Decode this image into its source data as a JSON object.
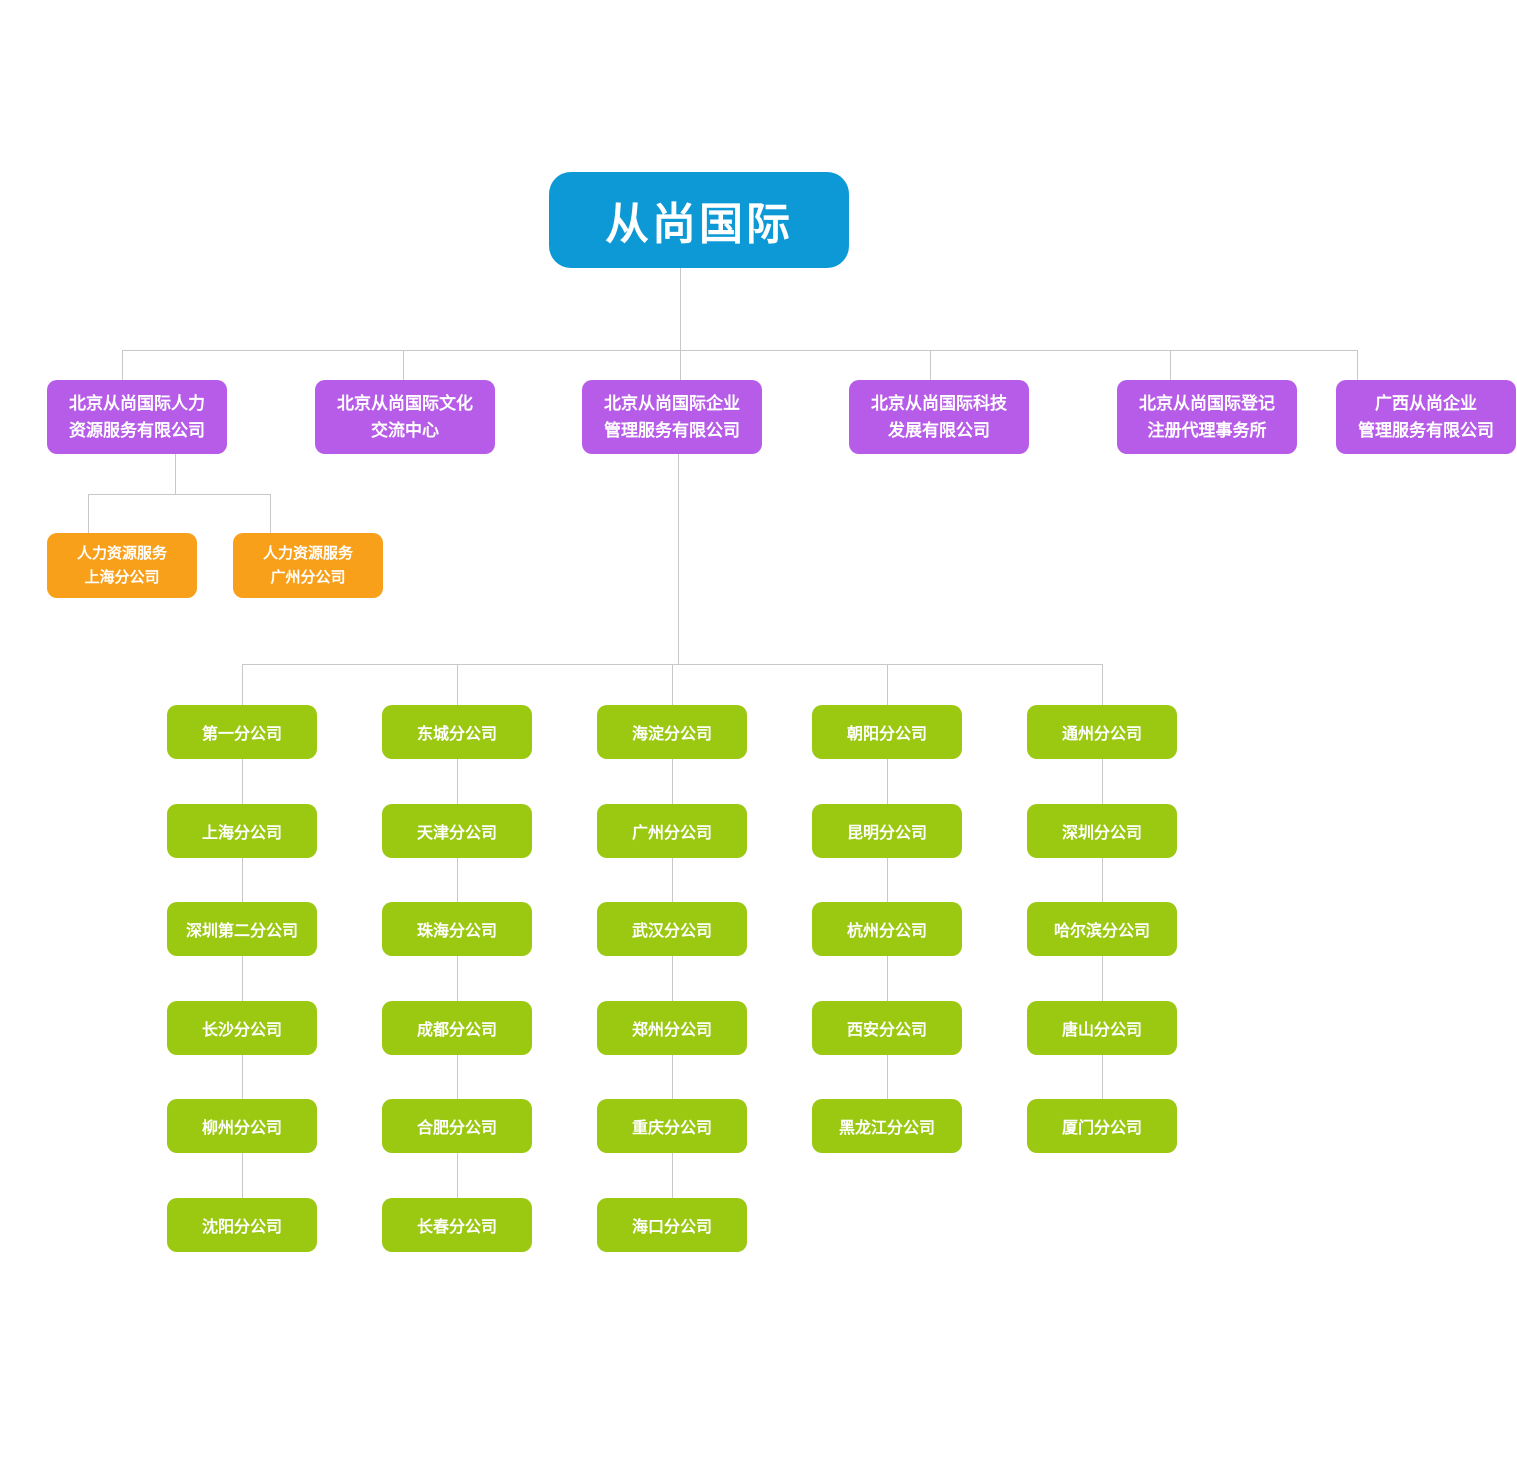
{
  "colors": {
    "root-bg": "#0c99d5",
    "branch-bg": "#b75ce8",
    "orange-bg": "#f9a01b",
    "green-bg": "#9bc912",
    "line": "#c8c8c8",
    "box-text": "#ffffff"
  },
  "root": {
    "label": "从尚国际"
  },
  "subsidiaries": [
    {
      "line1": "北京从尚国际人力",
      "line2": "资源服务有限公司"
    },
    {
      "line1": "北京从尚国际文化",
      "line2": "交流中心"
    },
    {
      "line1": "北京从尚国际企业",
      "line2": "管理服务有限公司"
    },
    {
      "line1": "北京从尚国际科技",
      "line2": "发展有限公司"
    },
    {
      "line1": "北京从尚国际登记",
      "line2": "注册代理事务所"
    },
    {
      "line1": "广西从尚企业",
      "line2": "管理服务有限公司"
    }
  ],
  "hr_branches": [
    {
      "line1": "人力资源服务",
      "line2": "上海分公司"
    },
    {
      "line1": "人力资源服务",
      "line2": "广州分公司"
    }
  ],
  "management_branches": {
    "columns": [
      [
        "第一分公司",
        "上海分公司",
        "深圳第二分公司",
        "长沙分公司",
        "柳州分公司",
        "沈阳分公司"
      ],
      [
        "东城分公司",
        "天津分公司",
        "珠海分公司",
        "成都分公司",
        "合肥分公司",
        "长春分公司"
      ],
      [
        "海淀分公司",
        "广州分公司",
        "武汉分公司",
        "郑州分公司",
        "重庆分公司",
        "海口分公司"
      ],
      [
        "朝阳分公司",
        "昆明分公司",
        "杭州分公司",
        "西安分公司",
        "黑龙江分公司"
      ],
      [
        "通州分公司",
        "深圳分公司",
        "哈尔滨分公司",
        "唐山分公司",
        "厦门分公司"
      ]
    ]
  }
}
